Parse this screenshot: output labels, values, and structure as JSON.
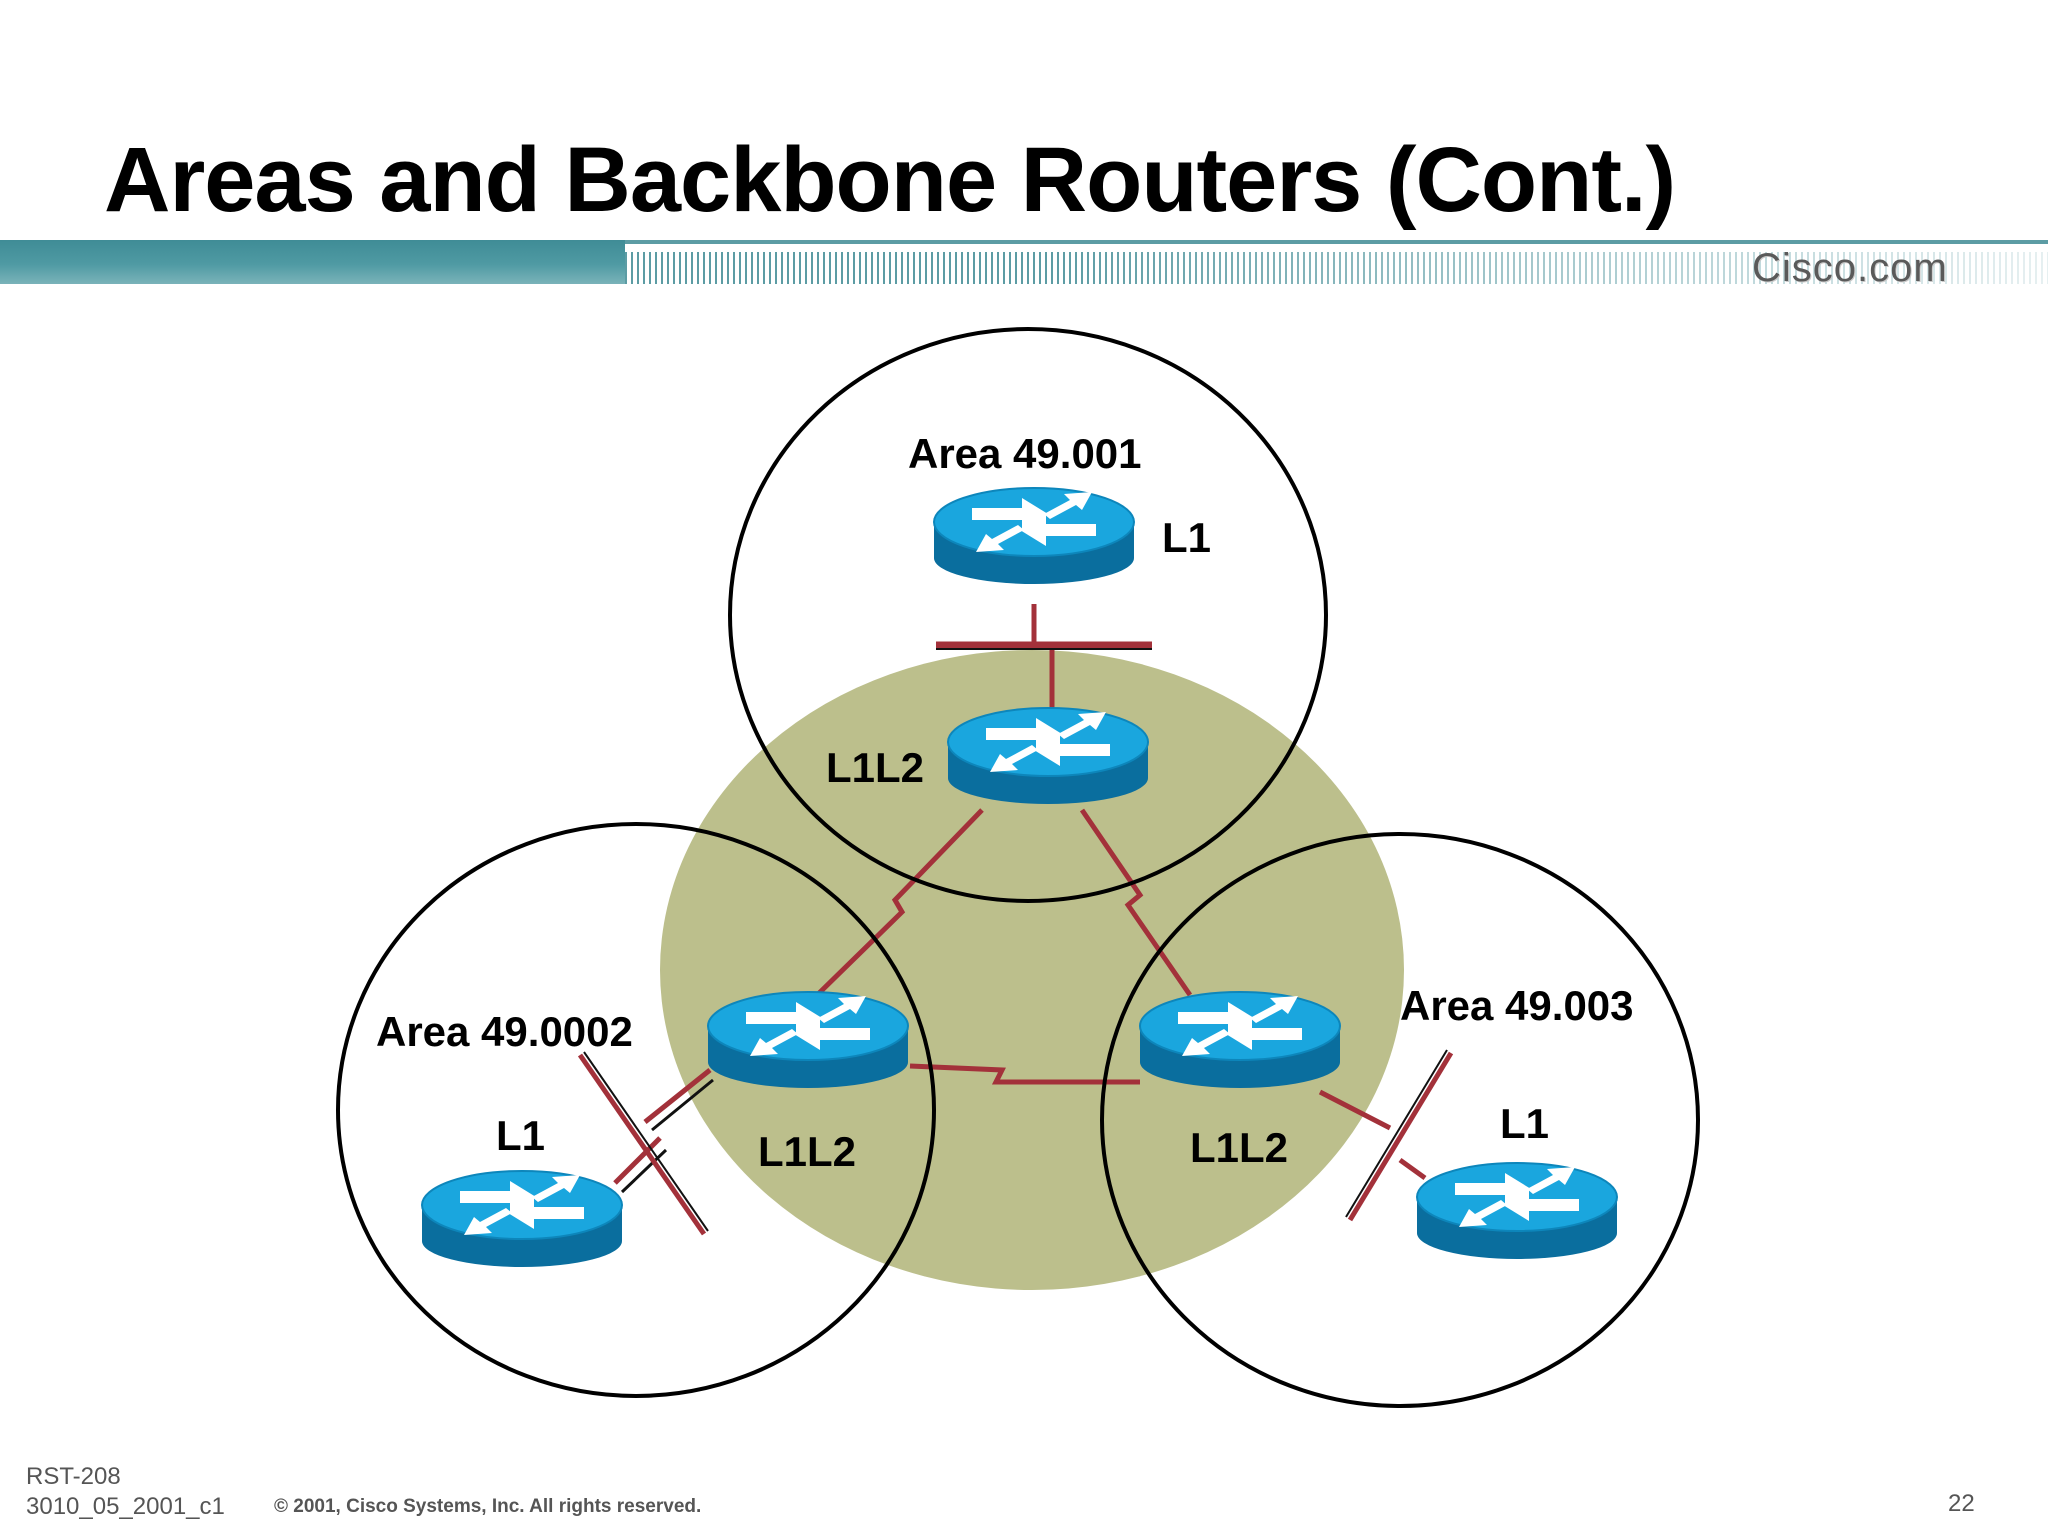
{
  "slide": {
    "title": "Areas and Backbone Routers (Cont.)",
    "brand": "Cisco.com",
    "footer": {
      "course_code": "RST-208",
      "doc_id": "3010_05_2001_c1",
      "copyright": "© 2001, Cisco Systems, Inc. All rights reserved.",
      "page_number": "22"
    }
  },
  "diagram": {
    "areas": [
      {
        "label": "Area 49.001"
      },
      {
        "label": "Area 49.0002"
      },
      {
        "label": "Area 49.003"
      }
    ],
    "routers": [
      {
        "role": "L1"
      },
      {
        "role": "L1L2"
      },
      {
        "role": "L1L2"
      },
      {
        "role": "L1L2"
      },
      {
        "role": "L1"
      },
      {
        "role": "L1"
      }
    ]
  },
  "colors": {
    "backbone_fill": "#bcbf8c",
    "link": "#a3313a",
    "router_top": "#1aa6de",
    "router_side": "#0a6e9e",
    "band": "#4f9aa3"
  }
}
